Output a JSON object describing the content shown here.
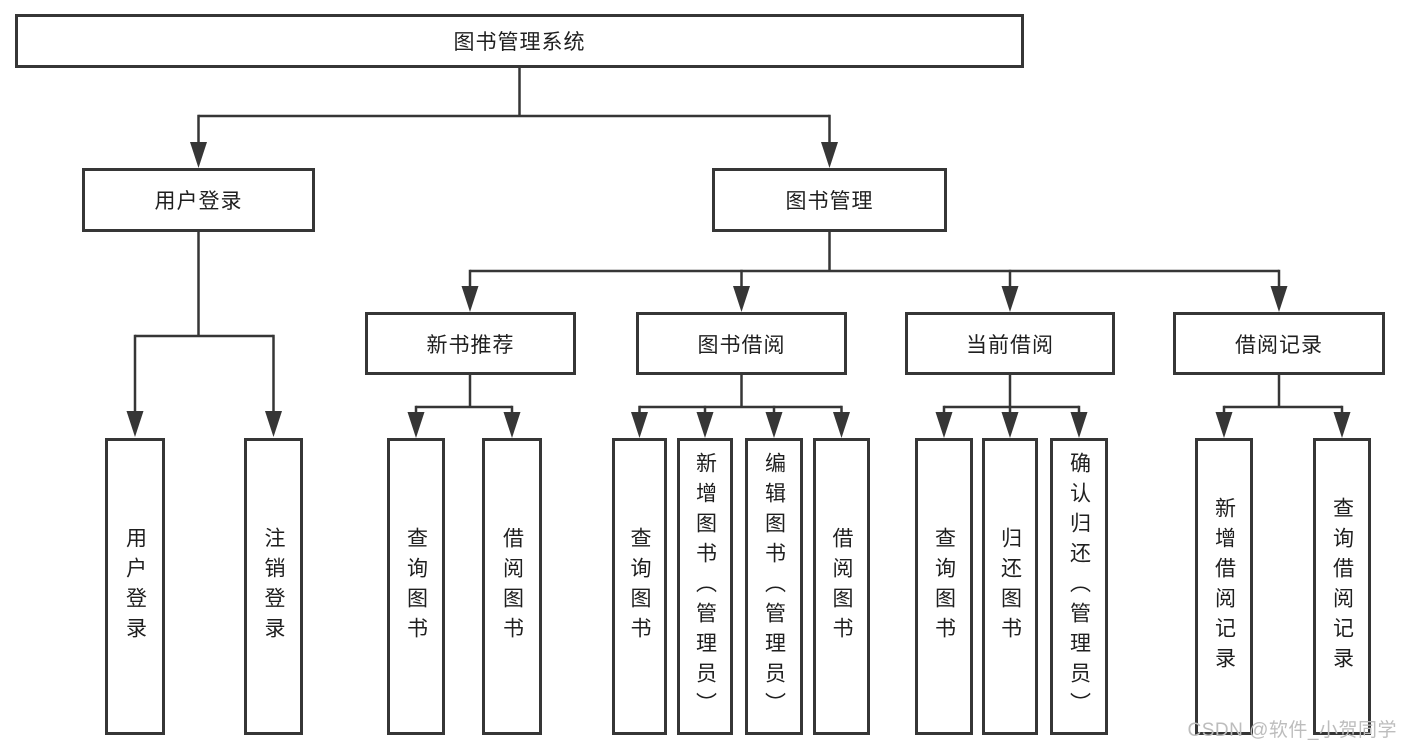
{
  "diagram_title": "图书管理系统",
  "nodes": {
    "root": "图书管理系统",
    "userLogin": "用户登录",
    "bookMgmt": "图书管理",
    "newBooks": "新书推荐",
    "bookBorrow": "图书借阅",
    "currentBorrow": "当前借阅",
    "borrowRecords": "借阅记录",
    "leaf_userLogin": "用户登录",
    "leaf_logout": "注销登录",
    "leaf_nb_query": "查询图书",
    "leaf_nb_borrow": "借阅图书",
    "leaf_bb_query": "查询图书",
    "leaf_bb_add": "新增图书（管理员）",
    "leaf_bb_edit": "编辑图书（管理员）",
    "leaf_bb_borrow": "借阅图书",
    "leaf_cb_query": "查询图书",
    "leaf_cb_return": "归还图书",
    "leaf_cb_confirm": "确认归还（管理员）",
    "leaf_br_add": "新增借阅记录",
    "leaf_br_query": "查询借阅记录"
  },
  "hierarchy": {
    "图书管理系统": {
      "用户登录": [
        "用户登录",
        "注销登录"
      ],
      "图书管理": {
        "新书推荐": [
          "查询图书",
          "借阅图书"
        ],
        "图书借阅": [
          "查询图书",
          "新增图书（管理员）",
          "编辑图书（管理员）",
          "借阅图书"
        ],
        "当前借阅": [
          "查询图书",
          "归还图书",
          "确认归还（管理员）"
        ],
        "借阅记录": [
          "新增借阅记录",
          "查询借阅记录"
        ]
      }
    }
  },
  "watermark": {
    "text": "CSDN @软件_小贺同学"
  },
  "colors": {
    "line": "#363636",
    "text": "#1f1f1f",
    "background": "#ffffff",
    "watermark": "#bdbdbd"
  }
}
